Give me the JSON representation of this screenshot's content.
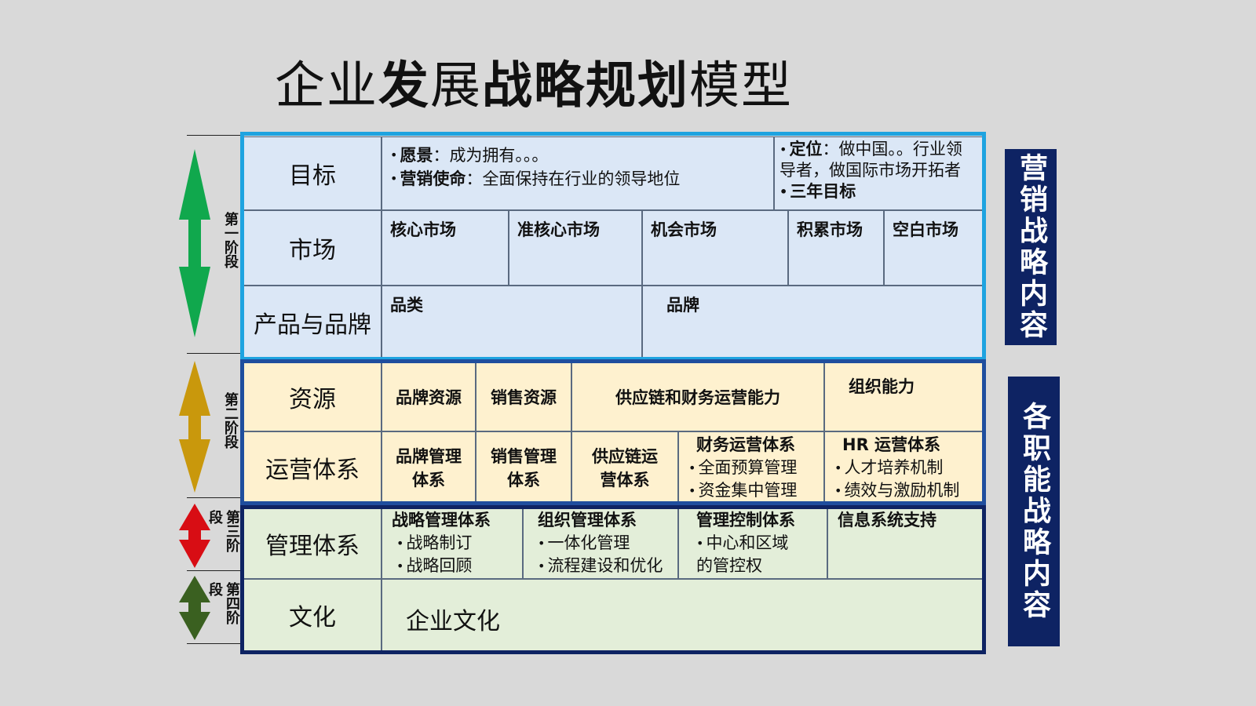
{
  "title": {
    "p1": "企业",
    "p2": "业发",
    "p3": "展",
    "p4": "战略",
    "p5": "规划",
    "p6": "模型"
  },
  "stages": [
    "第一阶段",
    "第二阶段",
    "第三阶段",
    "第四阶段"
  ],
  "colors": {
    "stage1": "#10a84d",
    "stage2": "#c9980c",
    "stage3": "#d80d14",
    "stage4": "#3a6020",
    "marketing_border": "#1ea3e0",
    "functional_border": "#1f4e9e",
    "side_box": "#0e2363"
  },
  "rows": {
    "goal": {
      "label": "目标",
      "vision_key": "愿景",
      "vision_val": "成为拥有。。。",
      "mission_key": "营销使命",
      "mission_val": "全面保持在行业的领导地位",
      "position_key": "定位",
      "position_val": "做中国。。行业领导者，做国际市场开拓者",
      "three_year": "三年目标"
    },
    "market": {
      "label": "市场",
      "cols": [
        "核心市场",
        "准核心市场",
        "机会市场",
        "积累市场",
        "空白市场"
      ]
    },
    "product": {
      "label": "产品与品牌",
      "cols": [
        "品类",
        "品牌"
      ]
    },
    "resource": {
      "label": "资源",
      "cols": [
        "品牌资源",
        "销售资源",
        "供应链和财务运营能力",
        "组织能力"
      ]
    },
    "operation": {
      "label": "运营体系",
      "brand": "品牌管理体系",
      "sales": "销售管理体系",
      "supply": "供应链运营体系",
      "finance": "财务运营体系",
      "finance_items": [
        "全面预算管理",
        "资金集中管理"
      ],
      "hr": "HR 运营体系",
      "hr_items": [
        "人才培养机制",
        "绩效与激励机制"
      ]
    },
    "management": {
      "label": "管理体系",
      "strategy": "战略管理体系",
      "strategy_items": [
        "战略制订",
        "战略回顾"
      ],
      "org": "组织管理体系",
      "org_items": [
        "一体化管理",
        "流程建设和优化"
      ],
      "control": "管理控制体系",
      "control_items": [
        "中心和区域的管控权限。"
      ],
      "info": "信息系统支持"
    },
    "culture": {
      "label": "文化",
      "value": "企业文化"
    }
  },
  "side_labels": {
    "marketing": "营销战略内容",
    "functional": "各职能战略内容"
  }
}
